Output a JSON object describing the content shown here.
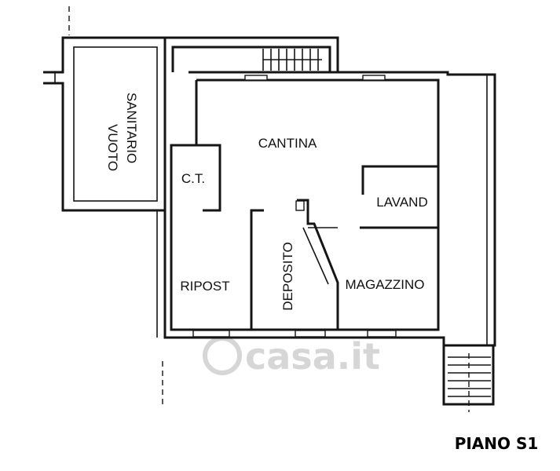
{
  "plan": {
    "title": "PIANO S1",
    "watermark": "casa.it",
    "rooms": {
      "vuoto_line1": "VUOTO",
      "vuoto_line2": "SANITARIO",
      "cantina": "CANTINA",
      "ct": "C.T.",
      "lavand": "LAVAND",
      "ripost": "RIPOST",
      "deposito": "DEPOSITO",
      "magazzino": "MAGAZZINO"
    },
    "colors": {
      "ink": "#151515",
      "background": "#ffffff",
      "watermark": "#d6d6d6"
    }
  }
}
